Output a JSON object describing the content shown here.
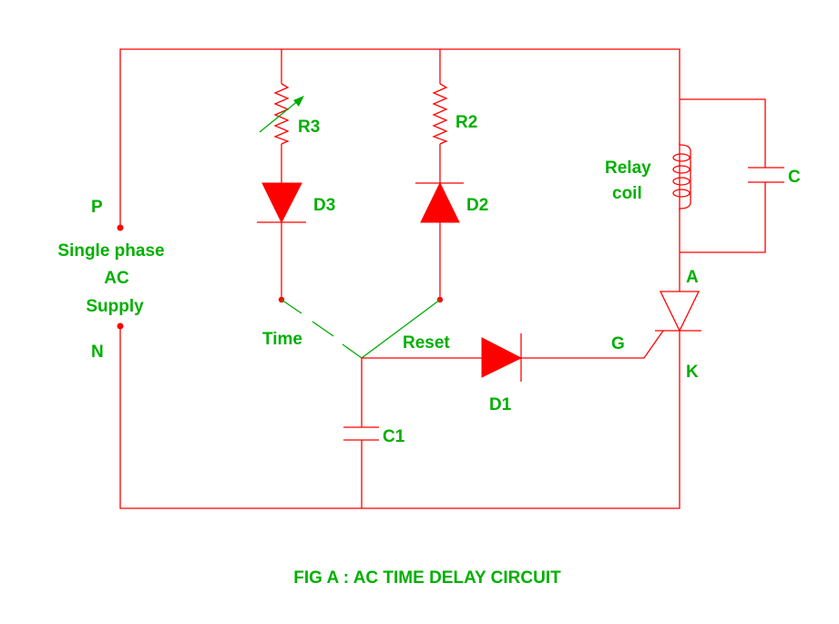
{
  "diagram": {
    "title": "FIG A : AC TIME DELAY CIRCUIT",
    "wire_color": "#ff0000",
    "label_color": "#00b000",
    "supply": {
      "terminal_p": "P",
      "terminal_n": "N",
      "label_line1": "Single phase",
      "label_line2": "AC",
      "label_line3": "Supply"
    },
    "components": {
      "r3": "R3",
      "r2": "R2",
      "d3": "D3",
      "d2": "D2",
      "d1": "D1",
      "c1": "C1",
      "c": "C",
      "relay_line1": "Relay",
      "relay_line2": "coil"
    },
    "switch": {
      "time": "Time",
      "reset": "Reset"
    },
    "scr": {
      "anode": "A",
      "gate": "G",
      "cathode": "K"
    }
  }
}
